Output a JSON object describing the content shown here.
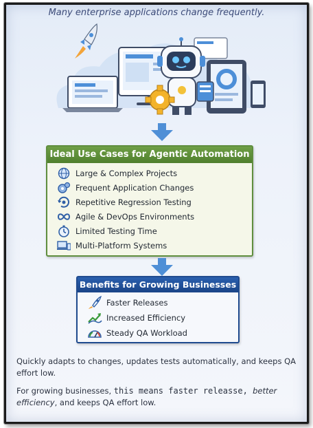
{
  "caption": "Many enterprise applications change frequently.",
  "use_cases": {
    "title": "Ideal Use Cases for Agentic Automation",
    "items": [
      {
        "label": "Large & Complex Projects",
        "icon": "globe-network-icon"
      },
      {
        "label": "Frequent Application Changes",
        "icon": "gears-icon"
      },
      {
        "label": "Repetitive Regression Testing",
        "icon": "refresh-target-icon"
      },
      {
        "label": "Agile & DevOps Environments",
        "icon": "infinity-icon"
      },
      {
        "label": "Limited Testing Time",
        "icon": "stopwatch-icon"
      },
      {
        "label": "Multi-Platform Systems",
        "icon": "devices-icon"
      }
    ]
  },
  "benefits": {
    "title": "Benefits for Growing Businesses",
    "items": [
      {
        "label": "Faster Releases",
        "icon": "rocket-icon"
      },
      {
        "label": "Increased Efficiency",
        "icon": "growth-arrow-icon"
      },
      {
        "label": "Steady QA Workload",
        "icon": "gauge-icon"
      }
    ]
  },
  "paragraph1": "Quickly adapts to changes, updates tests automatically, and keeps QA effort low.",
  "paragraph2": {
    "part1": "For growing businesses, ",
    "part2": "this means faster releasse, ",
    "part3": "better efficiency",
    "part4": ", and keeps QA effort low."
  },
  "colors": {
    "use_case_header": "#5f8e3e",
    "benefits_header": "#1f4a8e",
    "arrow": "#4f8fd6"
  }
}
